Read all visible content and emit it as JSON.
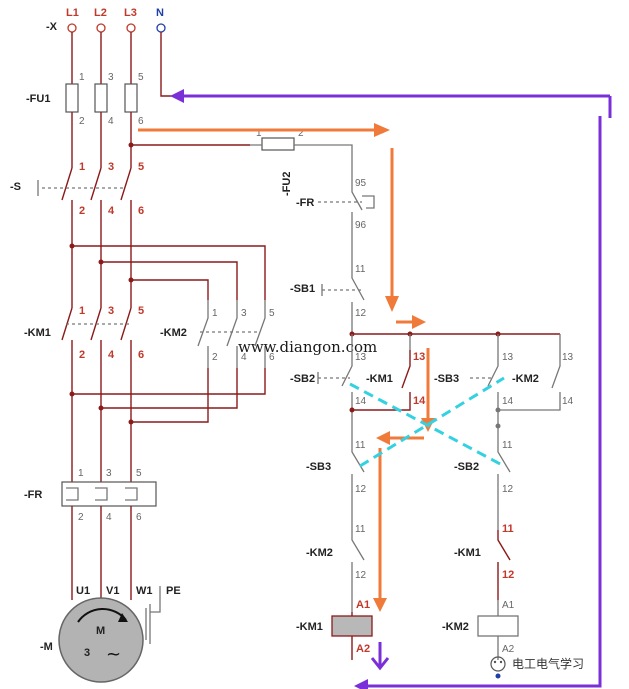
{
  "terminals": {
    "l1": "L1",
    "l2": "L2",
    "l3": "L3",
    "n": "N",
    "x": "-X"
  },
  "power": {
    "fu1": "-FU1",
    "s": "-S",
    "km1": "-KM1",
    "km2": "-KM2",
    "fr": "-FR",
    "motor": "-M",
    "motor_m": "M",
    "motor_phases": "3",
    "motor_ac": "~",
    "u1": "U1",
    "v1": "V1",
    "w1": "W1",
    "pe": "PE",
    "pin_1": "1",
    "pin_2": "2",
    "pin_3": "3",
    "pin_4": "4",
    "pin_5": "5",
    "pin_6": "6"
  },
  "control": {
    "fu2": "-FU2",
    "fr": "-FR",
    "sb1": "-SB1",
    "sb2": "-SB2",
    "km1": "-KM1",
    "sb3": "-SB3",
    "km2": "-KM2",
    "sb3_b": "-SB3",
    "sb2_b": "-SB2",
    "km2_b": "-KM2",
    "km1_b": "-KM1",
    "coil_km1": "-KM1",
    "coil_km2": "-KM2",
    "p95": "95",
    "p96": "96",
    "p11": "11",
    "p12": "12",
    "p13": "13",
    "p14": "14",
    "a1": "A1",
    "a2": "A2",
    "fu2_1": "1",
    "fu2_2": "2"
  },
  "watermark": "www.diangon.com",
  "brand": "电工电气学习",
  "colors": {
    "arrow_orange": "#f07a3a",
    "arrow_purple": "#7b2fd8",
    "dash_cyan": "#34d1e0",
    "wire": "#8b1a1a",
    "red_label": "#c0392b"
  }
}
